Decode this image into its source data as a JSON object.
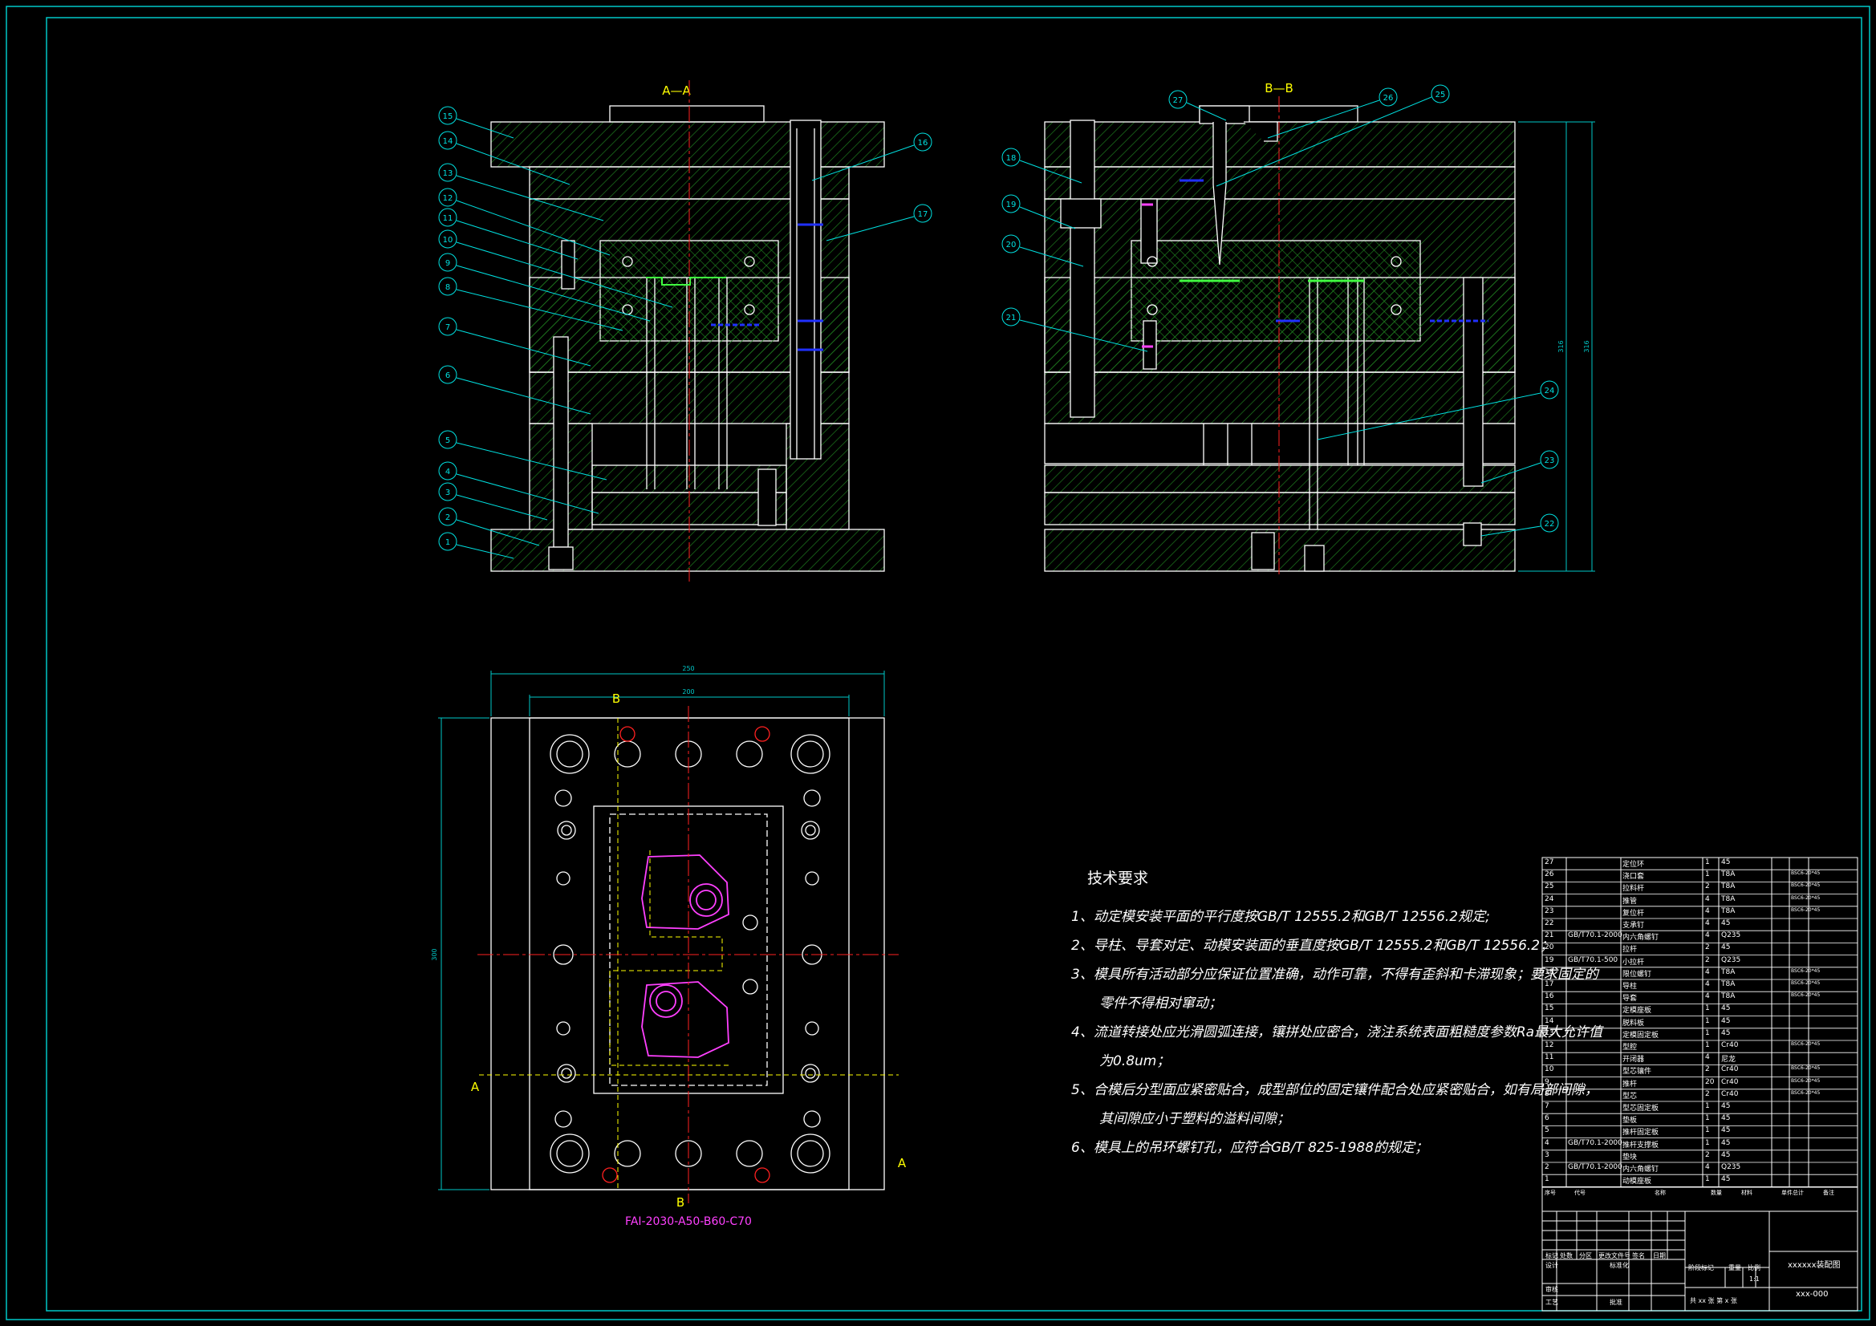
{
  "colors": {
    "background": "#000000",
    "frame": "#00c8c8",
    "lines": "#ffffff",
    "hatch": "#1e7a1e",
    "center": "#ff2020",
    "dimension": "#00c8c8",
    "balloon": "#00e0e0",
    "section_label": "#ffff00",
    "part": "#ff40ff",
    "cooling": "#2030ff"
  },
  "views": {
    "section_aa": {
      "label": "A—A",
      "balloons": [
        "15",
        "14",
        "13",
        "12",
        "11",
        "10",
        "9",
        "8",
        "7",
        "6",
        "5",
        "4",
        "3",
        "2",
        "1"
      ],
      "balloons_right": [
        "16",
        "17"
      ]
    },
    "section_bb": {
      "label": "B—B",
      "balloons_top": [
        "27",
        "26",
        "25"
      ],
      "balloons_left": [
        "18",
        "19",
        "20",
        "21"
      ],
      "balloons_right": [
        "24",
        "23",
        "22"
      ],
      "dim_height": "316",
      "dim_height2": "316"
    },
    "plan": {
      "dim_width_outer": "250",
      "dim_width_inner": "200",
      "dim_height": "300",
      "cut_b_top": "B",
      "cut_b_bottom": "B",
      "cut_a_left": "A",
      "cut_a_right": "A",
      "mold_base": "FAI-2030-A50-B60-C70"
    }
  },
  "notes": {
    "heading": "技术要求",
    "items": [
      "1、动定模安装平面的平行度按GB/T 12555.2和GB/T 12556.2规定;",
      "2、导柱、导套对定、动模安装面的垂直度按GB/T 12555.2和GB/T 12556.2；",
      "3、模具所有活动部分应保证位置准确，动作可靠，不得有歪斜和卡滞现象；要求固定的",
      "零件不得相对窜动；",
      "4、流道转接处应光滑圆弧连接，镶拼处应密合，浇注系统表面粗糙度参数Ra最大允许值",
      "为0.8um；",
      "5、合模后分型面应紧密贴合，成型部位的固定镶件配合处应紧密贴合，如有局部间隙，",
      "其间隙应小于塑料的溢料间隙；",
      "6、模具上的吊环螺钉孔，应符合GB/T 825-1988的规定；"
    ]
  },
  "bom": [
    {
      "no": "27",
      "std": "",
      "name": "定位环",
      "qty": "1",
      "mat": "45",
      "note": ""
    },
    {
      "no": "26",
      "std": "",
      "name": "浇口套",
      "qty": "1",
      "mat": "T8A",
      "note": "BSC6-20*45"
    },
    {
      "no": "25",
      "std": "",
      "name": "拉料杆",
      "qty": "2",
      "mat": "T8A",
      "note": "BSC6-20*45"
    },
    {
      "no": "24",
      "std": "",
      "name": "推管",
      "qty": "4",
      "mat": "T8A",
      "note": "BSC6-20*45"
    },
    {
      "no": "23",
      "std": "",
      "name": "复位杆",
      "qty": "4",
      "mat": "T8A",
      "note": "BSC6-20*45"
    },
    {
      "no": "22",
      "std": "",
      "name": "支承钉",
      "qty": "4",
      "mat": "45",
      "note": ""
    },
    {
      "no": "21",
      "std": "GB/T70.1-2000",
      "name": "内六角螺钉",
      "qty": "4",
      "mat": "Q235",
      "note": ""
    },
    {
      "no": "20",
      "std": "",
      "name": "拉杆",
      "qty": "2",
      "mat": "45",
      "note": ""
    },
    {
      "no": "19",
      "std": "GB/T70.1-500",
      "name": "小拉杆",
      "qty": "2",
      "mat": "Q235",
      "note": ""
    },
    {
      "no": "18",
      "std": "",
      "name": "限位螺钉",
      "qty": "4",
      "mat": "T8A",
      "note": "BSC6-20*45"
    },
    {
      "no": "17",
      "std": "",
      "name": "导柱",
      "qty": "4",
      "mat": "T8A",
      "note": "BSC6-20*45"
    },
    {
      "no": "16",
      "std": "",
      "name": "导套",
      "qty": "4",
      "mat": "T8A",
      "note": "BSC6-20*45"
    },
    {
      "no": "15",
      "std": "",
      "name": "定模座板",
      "qty": "1",
      "mat": "45",
      "note": ""
    },
    {
      "no": "14",
      "std": "",
      "name": "脱料板",
      "qty": "1",
      "mat": "45",
      "note": ""
    },
    {
      "no": "13",
      "std": "",
      "name": "定模固定板",
      "qty": "1",
      "mat": "45",
      "note": ""
    },
    {
      "no": "12",
      "std": "",
      "name": "型腔",
      "qty": "1",
      "mat": "Cr40",
      "note": "BSC6-20*45"
    },
    {
      "no": "11",
      "std": "",
      "name": "开闭器",
      "qty": "4",
      "mat": "尼龙",
      "note": ""
    },
    {
      "no": "10",
      "std": "",
      "name": "型芯镶件",
      "qty": "2",
      "mat": "Cr40",
      "note": "BSC6-20*45"
    },
    {
      "no": "9",
      "std": "",
      "name": "推杆",
      "qty": "20",
      "mat": "Cr40",
      "note": "BSC6-20*45"
    },
    {
      "no": "8",
      "std": "",
      "name": "型芯",
      "qty": "2",
      "mat": "Cr40",
      "note": "BSC6-20*45"
    },
    {
      "no": "7",
      "std": "",
      "name": "型芯固定板",
      "qty": "1",
      "mat": "45",
      "note": ""
    },
    {
      "no": "6",
      "std": "",
      "name": "垫板",
      "qty": "1",
      "mat": "45",
      "note": ""
    },
    {
      "no": "5",
      "std": "",
      "name": "推杆固定板",
      "qty": "1",
      "mat": "45",
      "note": ""
    },
    {
      "no": "4",
      "std": "GB/T70.1-2000",
      "name": "推杆支撑板",
      "qty": "1",
      "mat": "45",
      "note": ""
    },
    {
      "no": "3",
      "std": "",
      "name": "垫块",
      "qty": "2",
      "mat": "45",
      "note": ""
    },
    {
      "no": "2",
      "std": "GB/T70.1-2000",
      "name": "内六角螺钉",
      "qty": "4",
      "mat": "Q235",
      "note": ""
    },
    {
      "no": "1",
      "std": "",
      "name": "动模座板",
      "qty": "1",
      "mat": "45",
      "note": ""
    }
  ],
  "bom_header": {
    "no": "序号",
    "std": "代号",
    "name": "名称",
    "qty": "数量",
    "mat": "材料",
    "w1": "单件",
    "w2": "总计",
    "note": "备注"
  },
  "title_block": {
    "drawing_title": "xxxxxx装配图",
    "drawing_no": "xxx-000",
    "scale": "1:1",
    "sheets": "共 xx 张   第 x 张",
    "c_mark": "标记",
    "c_count": "处数",
    "c_zone": "分区",
    "c_doc": "更改文件号",
    "c_sign": "签名",
    "c_date": "日期",
    "c_design": "设计",
    "c_std": "标准化",
    "c_stage": "阶段标记",
    "c_weight": "重量",
    "c_ratio": "比例",
    "c_check": "审核",
    "c_process": "工艺",
    "c_approve": "批准"
  }
}
